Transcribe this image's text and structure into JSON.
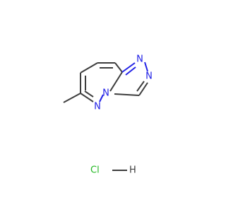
{
  "molecule": {
    "atoms": {
      "n_top": "N",
      "n_right": "N",
      "n_bridge": "N",
      "n_bottom": "N"
    },
    "salt": {
      "cl": "Cl",
      "h": "H"
    }
  },
  "colors": {
    "bond": "#3d3d3d",
    "nitrogen": "#2121e6",
    "chlorine": "#22b822",
    "hydrogen": "#3d3d3d",
    "background": "#ffffff"
  }
}
